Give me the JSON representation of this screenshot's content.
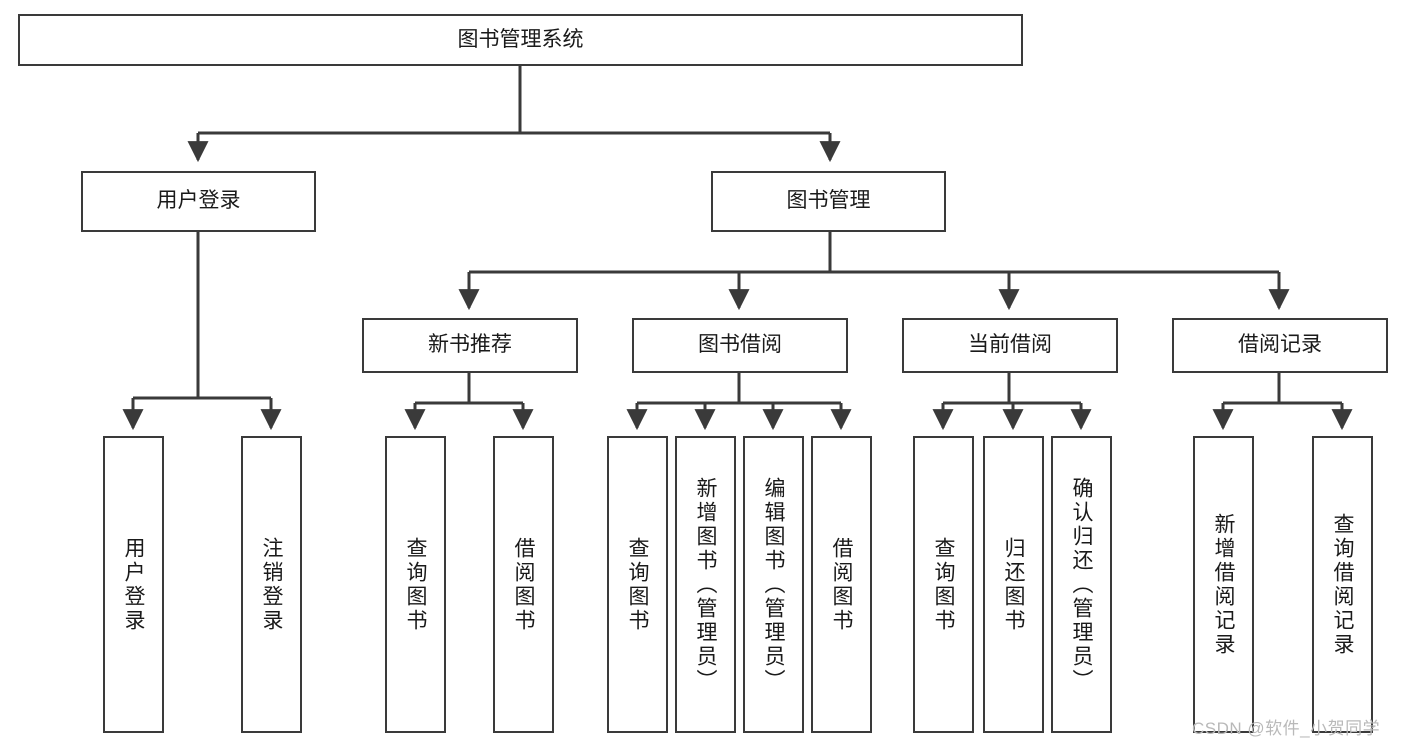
{
  "diagram": {
    "type": "tree-hierarchy",
    "title": "图书管理系统",
    "root": {
      "label": "图书管理系统",
      "orientation": "horizontal"
    },
    "level2": [
      {
        "label": "用户登录",
        "orientation": "horizontal"
      },
      {
        "label": "图书管理",
        "orientation": "horizontal"
      }
    ],
    "level3": [
      {
        "label": "新书推荐",
        "orientation": "horizontal"
      },
      {
        "label": "图书借阅",
        "orientation": "horizontal"
      },
      {
        "label": "当前借阅",
        "orientation": "horizontal"
      },
      {
        "label": "借阅记录",
        "orientation": "horizontal"
      }
    ],
    "leaves": {
      "user_login": [
        {
          "label": "用户登录",
          "orientation": "vertical"
        },
        {
          "label": "注销登录",
          "orientation": "vertical"
        }
      ],
      "new_book_recommend": [
        {
          "label": "查询图书",
          "orientation": "vertical"
        },
        {
          "label": "借阅图书",
          "orientation": "vertical"
        }
      ],
      "book_borrow": [
        {
          "label": "查询图书",
          "orientation": "vertical"
        },
        {
          "label": "新增图书（管理员）",
          "orientation": "vertical"
        },
        {
          "label": "编辑图书（管理员）",
          "orientation": "vertical"
        },
        {
          "label": "借阅图书",
          "orientation": "vertical"
        }
      ],
      "current_borrow": [
        {
          "label": "查询图书",
          "orientation": "vertical"
        },
        {
          "label": "归还图书",
          "orientation": "vertical"
        },
        {
          "label": "确认归还（管理员）",
          "orientation": "vertical"
        }
      ],
      "borrow_record": [
        {
          "label": "新增借阅记录",
          "orientation": "vertical"
        },
        {
          "label": "查询借阅记录",
          "orientation": "vertical"
        }
      ]
    },
    "colors": {
      "box_border": "#3a3a3a",
      "box_fill": "#ffffff",
      "connector": "#3a3a3a",
      "text": "#1a1a1a",
      "watermark": "#b9b9b9",
      "background": "#ffffff"
    }
  },
  "watermark": {
    "text": "CSDN @软件_小贺同学"
  }
}
